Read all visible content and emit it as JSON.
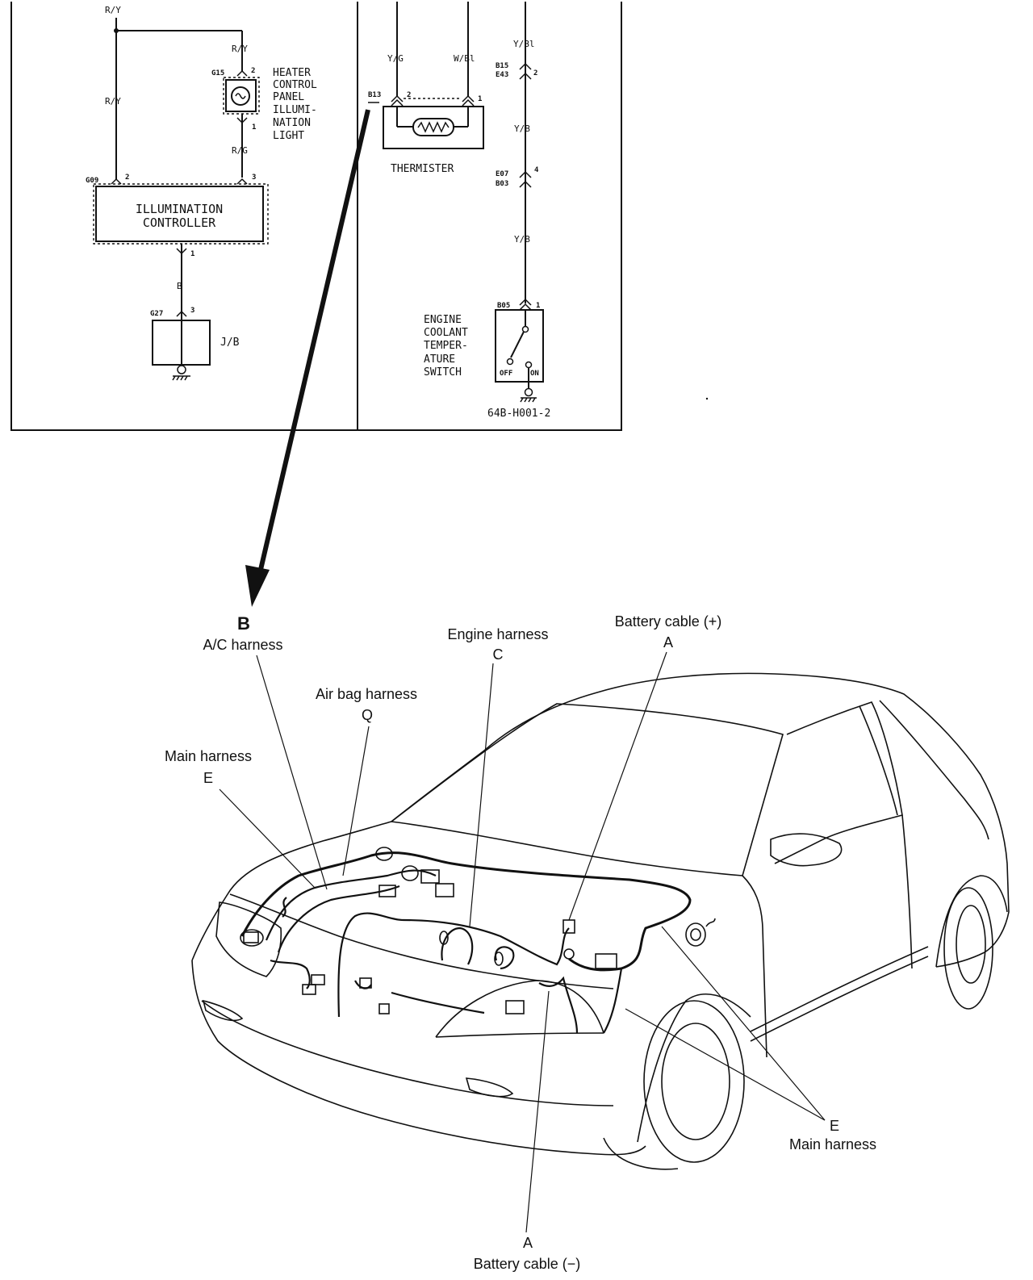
{
  "schematic": {
    "wire_labels": {
      "ry_top": "R/Y",
      "ry_right": "R/Y",
      "ry_left": "R/Y",
      "rg": "R/G",
      "b": "B",
      "yg": "Y/G",
      "wbl": "W/Bl",
      "ybl": "Y/Bl",
      "yb1": "Y/B",
      "yb2": "Y/B"
    },
    "connectors": {
      "g15": "G15",
      "g09": "G09",
      "g27": "G27",
      "b13": "B13",
      "b15": "B15",
      "e43": "E43",
      "e07": "E07",
      "b03": "B03",
      "b05": "B05"
    },
    "pins": {
      "g15_2": "2",
      "g15_1": "1",
      "g09_2": "2",
      "g09_3": "3",
      "ctrl_1": "1",
      "g27_3": "3",
      "b13_2": "2",
      "b13_1": "1",
      "b15_2": "2",
      "e07_4": "4",
      "b05_1": "1"
    },
    "heater_label": [
      "HEATER",
      "CONTROL",
      "PANEL",
      "ILLUMI-",
      "NATION",
      "LIGHT"
    ],
    "controller_label": [
      "ILLUMINATION",
      "CONTROLLER"
    ],
    "jb_label": "J/B",
    "thermister_label": "THERMISTER",
    "switch_label": [
      "ENGINE",
      "COOLANT",
      "TEMPER-",
      "ATURE",
      "SWITCH"
    ],
    "switch_off": "OFF",
    "switch_on": "ON",
    "figure_code": "64B-H001-2"
  },
  "harness": {
    "b_letter": "B",
    "b_name": "A/C harness",
    "engine_name": "Engine harness",
    "engine_letter": "C",
    "battery_pos_name": "Battery cable (+)",
    "battery_pos_letter": "A",
    "airbag_name": "Air bag harness",
    "airbag_letter": "Q",
    "main_left_name": "Main harness",
    "main_left_letter": "E",
    "main_right_letter": "E",
    "main_right_name": "Main harness",
    "battery_neg_letter": "A",
    "battery_neg_name": "Battery cable (−)"
  }
}
